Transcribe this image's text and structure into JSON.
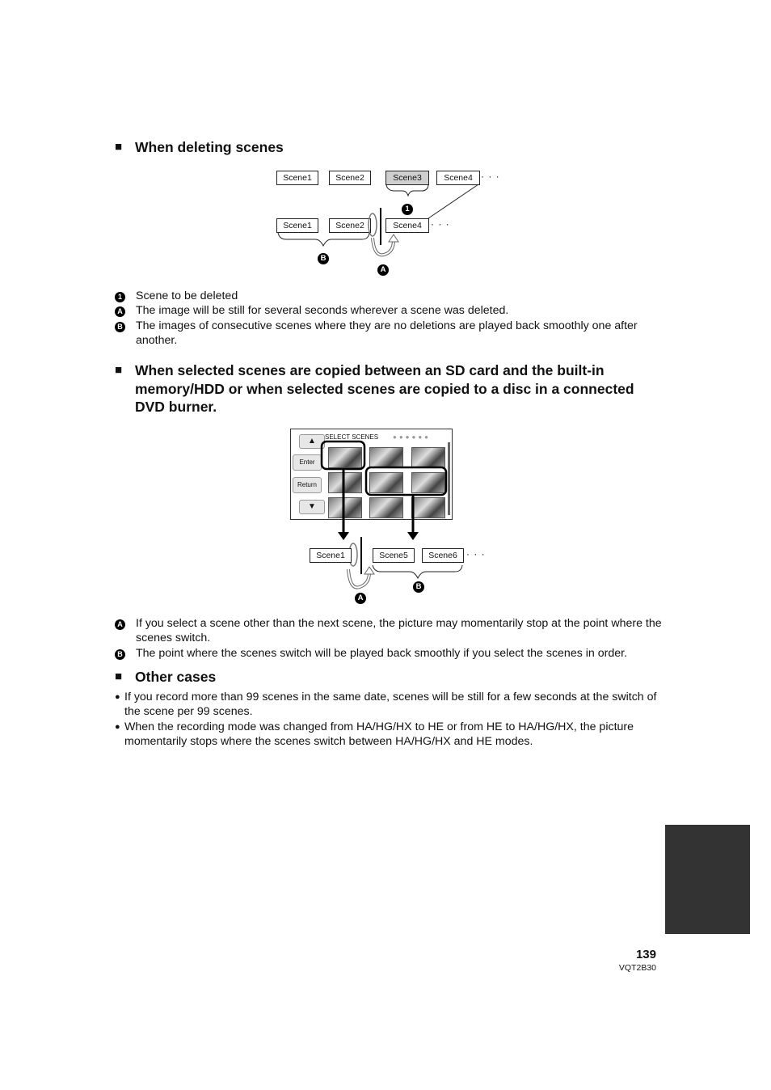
{
  "section1": {
    "heading": "When deleting scenes",
    "diagram": {
      "row1": [
        "Scene1",
        "Scene2",
        "Scene3",
        "Scene4"
      ],
      "row2": [
        "Scene1",
        "Scene2",
        "Scene4"
      ],
      "highlighted": "Scene3",
      "ellipsis": "· · ·",
      "badge_1": "1",
      "badge_a": "A",
      "badge_b": "B"
    },
    "notes": [
      {
        "label": "1",
        "text": "Scene to be deleted"
      },
      {
        "label": "A",
        "text": "The image will be still for several seconds wherever a scene was deleted."
      },
      {
        "label": "B",
        "text": "The images of consecutive scenes where they are no deletions are played back smoothly one after another."
      }
    ]
  },
  "section2": {
    "heading": "When selected scenes are copied between an SD card and the built-in memory/HDD or when selected scenes are copied to a disc in a connected DVD burner.",
    "lcd": {
      "title": "SELECT SCENES",
      "enter_label": "Enter",
      "return_label": "Return",
      "up_icon": "▲",
      "down_icon": "▼"
    },
    "diagram": {
      "scenes": [
        "Scene1",
        "Scene5",
        "Scene6"
      ],
      "ellipsis": "· · ·",
      "badge_a": "A",
      "badge_b": "B"
    },
    "notes": [
      {
        "label": "A",
        "text": "If you select a scene other than the next scene, the picture may momentarily stop at the point where the scenes switch."
      },
      {
        "label": "B",
        "text": "The point where the scenes switch will be played back smoothly if you select the scenes in order."
      }
    ]
  },
  "section3": {
    "heading": "Other cases",
    "bullets": [
      "If you record more than 99 scenes in the same date, scenes will be still for a few seconds at the switch of the scene per 99 scenes.",
      "When the recording mode was changed from HA/HG/HX to HE or from HE to HA/HG/HX, the picture momentarily stops where the scenes switch between HA/HG/HX and HE modes."
    ]
  },
  "footer": {
    "page_number": "139",
    "model_code": "VQT2B30"
  }
}
